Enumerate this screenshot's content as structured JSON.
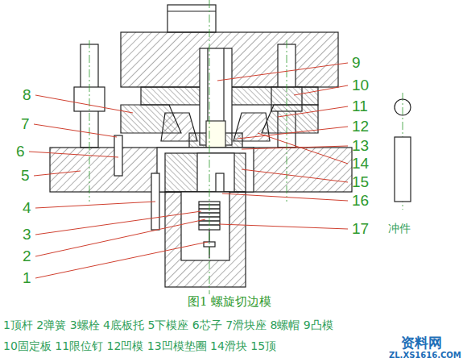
{
  "diagram": {
    "caption": "图1 螺旋切边模",
    "labels": [
      "8",
      "7",
      "6",
      "5",
      "4",
      "3",
      "2",
      "1",
      "9",
      "10",
      "11",
      "12",
      "13",
      "14",
      "15",
      "16",
      "17",
      "冲件",
      "1顶杆 2弹簧 3螺栓 4底板托 5下模座 6芯子 7滑块座 8螺帽 9凸模",
      "10固定板 11限位钉 12凹模 13凹模垫圈 14滑块 15顶",
      "资料网",
      "ZL.XS1616.COM"
    ]
  }
}
